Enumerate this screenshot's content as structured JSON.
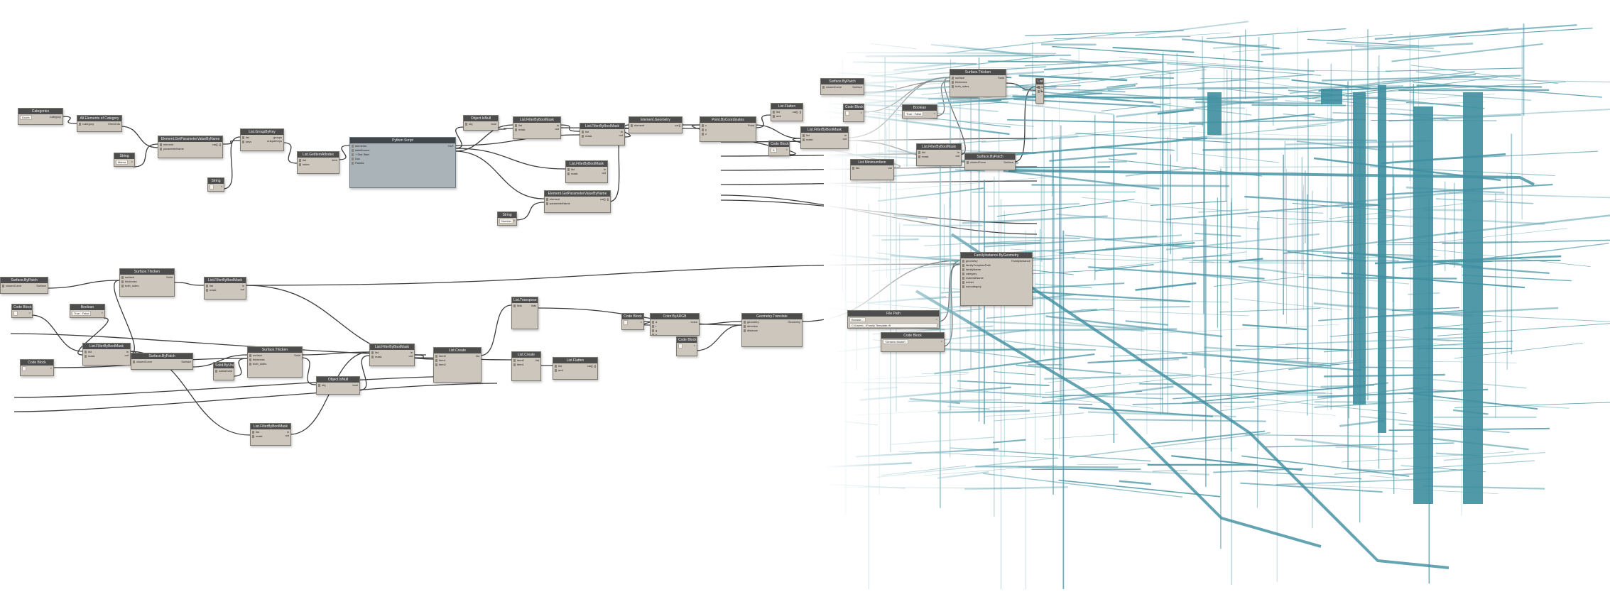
{
  "canvas": {
    "background": "#ffffff",
    "wire_color": "#3c3c3c",
    "model_color": "#4f9aa9"
  },
  "nodes": [
    {
      "id": "n1",
      "kind": "std",
      "title": "Categories",
      "field": "Doors",
      "outputs": [
        "Category"
      ]
    },
    {
      "id": "n2",
      "kind": "std",
      "title": "All Elements of Category",
      "inputs": [
        "Category"
      ],
      "outputs": [
        "Elements"
      ]
    },
    {
      "id": "n3",
      "kind": "std",
      "title": "String",
      "field": "Marca",
      "outputs": [
        ">"
      ]
    },
    {
      "id": "n4",
      "kind": "std",
      "title": "Element.GetParameterValueByName",
      "inputs": [
        "element",
        "parameterName"
      ],
      "outputs": [
        "var[]..[]"
      ]
    },
    {
      "id": "n5",
      "kind": "std",
      "title": "String",
      "field": "",
      "outputs": [
        ">"
      ]
    },
    {
      "id": "n6",
      "kind": "std",
      "title": "List.GroupByKey",
      "inputs": [
        "list",
        "keys"
      ],
      "outputs": [
        "groups",
        "uniqueKeys"
      ]
    },
    {
      "id": "n7",
      "kind": "std",
      "title": "List.GetItemAtIndex",
      "inputs": [
        "list",
        "index"
      ],
      "outputs": [
        "item"
      ]
    },
    {
      "id": "n8",
      "kind": "python",
      "title": "Python Script",
      "inputs": [
        "elements",
        "dataSource",
        "+ Dist Start",
        "Doc",
        "Panels:"
      ],
      "outputs": [
        "OUT"
      ]
    },
    {
      "id": "n9",
      "kind": "std",
      "title": "Object.IsNull",
      "inputs": [
        "obj"
      ],
      "outputs": [
        "bool"
      ]
    },
    {
      "id": "n10",
      "kind": "std",
      "title": "List.FilterByBoolMask",
      "inputs": [
        "list",
        "mask"
      ],
      "outputs": [
        "in",
        "out"
      ]
    },
    {
      "id": "n11",
      "kind": "std",
      "title": "List.FilterByBoolMask",
      "inputs": [
        "list",
        "mask"
      ],
      "outputs": [
        "in",
        "out"
      ]
    },
    {
      "id": "n12",
      "kind": "std",
      "title": "List.FilterByBoolMask",
      "inputs": [
        "list",
        "mask"
      ],
      "outputs": [
        "in",
        "out"
      ]
    },
    {
      "id": "n13",
      "kind": "std",
      "title": "Element.GetParameterValueByName",
      "inputs": [
        "element",
        "parameterName"
      ],
      "outputs": [
        "var[]..[]"
      ]
    },
    {
      "id": "n14",
      "kind": "std",
      "title": "String",
      "field": "Number",
      "outputs": [
        ">"
      ]
    },
    {
      "id": "n15",
      "kind": "std",
      "title": "Element.Geometry",
      "inputs": [
        "element"
      ],
      "outputs": [
        "var[]"
      ]
    },
    {
      "id": "n16",
      "kind": "std",
      "title": "Point.ByCoordinates",
      "inputs": [
        "x",
        "y",
        "z"
      ],
      "outputs": [
        "Point"
      ]
    },
    {
      "id": "n17",
      "kind": "std",
      "title": "List.Flatten",
      "inputs": [
        "list",
        "amt"
      ],
      "outputs": [
        "var[]..[]"
      ]
    },
    {
      "id": "n18",
      "kind": "std",
      "title": "Code Block",
      "field": "0;",
      "outputs": [
        ">"
      ]
    },
    {
      "id": "n19",
      "kind": "std",
      "title": "Surface.ByPatch",
      "inputs": [
        "closedCurve"
      ],
      "outputs": [
        "Surface"
      ]
    },
    {
      "id": "n20",
      "kind": "std",
      "title": "List.FilterByBoolMask",
      "inputs": [
        "list",
        "mask"
      ],
      "outputs": [
        "in",
        "out"
      ]
    },
    {
      "id": "n21",
      "kind": "std",
      "title": "List.MinimumItem",
      "inputs": [
        "list"
      ],
      "outputs": [
        "var"
      ]
    },
    {
      "id": "n22",
      "kind": "std",
      "title": "Code Block",
      "field": "",
      "outputs": [
        ">"
      ]
    },
    {
      "id": "n23",
      "kind": "std",
      "title": "Boolean",
      "field": "True · False",
      "outputs": [
        ">"
      ]
    },
    {
      "id": "n24",
      "kind": "std",
      "title": "Surface.Thicken",
      "inputs": [
        "surface",
        "thickness",
        "both_sides"
      ],
      "outputs": [
        "Solid"
      ]
    },
    {
      "id": "n25",
      "kind": "std",
      "title": "Surface.ByPatch",
      "inputs": [
        "closedCurve"
      ],
      "outputs": [
        "Surface"
      ]
    },
    {
      "id": "n26",
      "kind": "std",
      "title": "List.FilterByBoolMask",
      "inputs": [
        "list",
        "mask"
      ],
      "outputs": [
        "in",
        "out"
      ]
    },
    {
      "id": "n27",
      "kind": "std",
      "title": "List.Flatten",
      "inputs": [
        "list",
        "amt"
      ],
      "outputs": [
        "var[]..[]"
      ]
    },
    {
      "id": "n28",
      "kind": "std",
      "title": "Surface.ByPatch",
      "inputs": [
        "closedCurve"
      ],
      "outputs": [
        "Surface"
      ]
    },
    {
      "id": "n29",
      "kind": "std",
      "title": "Surface.Thicken",
      "inputs": [
        "surface",
        "thickness",
        "both_sides"
      ],
      "outputs": [
        "Solid"
      ]
    },
    {
      "id": "n30",
      "kind": "std",
      "title": "List.FilterByBoolMask",
      "inputs": [
        "list",
        "mask"
      ],
      "outputs": [
        "in",
        "out"
      ]
    },
    {
      "id": "n31",
      "kind": "std",
      "title": "Code Block",
      "field": "",
      "outputs": [
        ">"
      ]
    },
    {
      "id": "n32",
      "kind": "std",
      "title": "Boolean",
      "field": "True · False",
      "outputs": [
        ">"
      ]
    },
    {
      "id": "n33",
      "kind": "std",
      "title": "List.FilterByBoolMask",
      "inputs": [
        "list",
        "mask"
      ],
      "outputs": [
        "in",
        "out"
      ]
    },
    {
      "id": "n34",
      "kind": "std",
      "title": "Surface.ByPatch",
      "inputs": [
        "closedCurve"
      ],
      "outputs": [
        "Surface"
      ]
    },
    {
      "id": "n35",
      "kind": "std",
      "title": "Code Block",
      "field": "",
      "outputs": [
        ">"
      ]
    },
    {
      "id": "n36",
      "kind": "std",
      "title": "Surface.Thicken",
      "inputs": [
        "surface",
        "thickness",
        "both_sides"
      ],
      "outputs": [
        "Solid"
      ]
    },
    {
      "id": "n37",
      "kind": "std",
      "title": "Object.IsNull",
      "inputs": [
        "obj"
      ],
      "outputs": [
        "bool"
      ]
    },
    {
      "id": "n38",
      "kind": "std",
      "title": "List.FilterByBoolMask",
      "inputs": [
        "list",
        "mask"
      ],
      "outputs": [
        "in",
        "out"
      ]
    },
    {
      "id": "n39",
      "kind": "std",
      "title": "Solid.ByUnion",
      "inputs": [
        "solids"
      ],
      "outputs": [
        "Solid"
      ]
    },
    {
      "id": "n40",
      "kind": "std",
      "title": "List.Create",
      "inputs": [
        "item0",
        "item1",
        "item2"
      ],
      "outputs": [
        "list"
      ]
    },
    {
      "id": "n41",
      "kind": "std",
      "title": "List.Create",
      "inputs": [
        "item0",
        "item1"
      ],
      "outputs": [
        "list"
      ]
    },
    {
      "id": "n42",
      "kind": "std",
      "title": "List.Transpose",
      "inputs": [
        "lists"
      ],
      "outputs": [
        "lists"
      ]
    },
    {
      "id": "n43",
      "kind": "std",
      "title": "List.Flatten",
      "inputs": [
        "list",
        "amt"
      ],
      "outputs": [
        "var[]..[]"
      ]
    },
    {
      "id": "n44",
      "kind": "std",
      "title": "List.FilterByBoolMask",
      "inputs": [
        "list",
        "mask"
      ],
      "outputs": [
        "in",
        "out"
      ]
    },
    {
      "id": "n45",
      "kind": "std",
      "title": "Code Block",
      "field": "",
      "outputs": [
        ">"
      ]
    },
    {
      "id": "n46",
      "kind": "std",
      "title": "Color.ByARGB",
      "inputs": [
        "a",
        "r",
        "g",
        "b"
      ],
      "outputs": [
        "Color"
      ]
    },
    {
      "id": "n47",
      "kind": "std",
      "title": "Code Block",
      "field": "",
      "outputs": [
        ">"
      ]
    },
    {
      "id": "n48",
      "kind": "std",
      "title": "Geometry.Translate",
      "inputs": [
        "geometry",
        "direction",
        "distance"
      ],
      "outputs": [
        "Geometry"
      ]
    },
    {
      "id": "n49",
      "kind": "std",
      "title": "File Path",
      "field": "Browse...",
      "field2": "C:\\Users\\...\\Family Template.rft",
      "outputs": [
        ">"
      ]
    },
    {
      "id": "n50",
      "kind": "std",
      "title": "Code Block",
      "field": "\"Generic Model\";",
      "outputs": [
        ">"
      ]
    },
    {
      "id": "n51",
      "kind": "std",
      "title": "FamilyInstance.ByGeometry",
      "inputs": [
        "geometry",
        "familyTemplatePath",
        "familyName",
        "category",
        "materialName",
        "isVoid",
        "subcategory"
      ],
      "outputs": [
        "FamilyInstance"
      ]
    }
  ]
}
